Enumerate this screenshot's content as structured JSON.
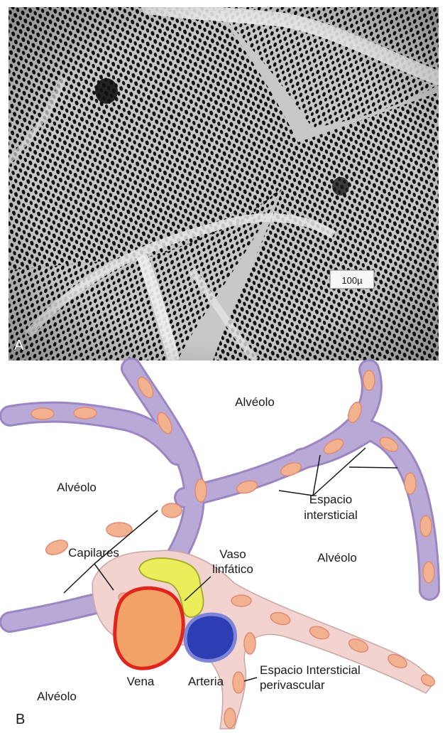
{
  "panel_a": {
    "letter": "A",
    "scale_bar_label": "100µ"
  },
  "panel_b": {
    "letter": "B",
    "labels": {
      "alveolo_top": "Alvéolo",
      "alveolo_left": "Alvéolo",
      "alveolo_right": "Alvéolo",
      "alveolo_bottom": "Alvéolo",
      "espacio_intersticial_line1": "Espacio",
      "espacio_intersticial_line2": "intersticial",
      "capilares": "Capilares",
      "vaso_linfatico_line1": "Vaso",
      "vaso_linfatico_line2": "linfático",
      "vena": "Vena",
      "arteria": "Arteria",
      "perivascular_line1": "Espacio Intersticial",
      "perivascular_line2": "perivascular"
    },
    "colors": {
      "septum": "#b9a9d6",
      "septum_border": "#9b86c4",
      "interstitium": "#f3d3cf",
      "capillary": "#f2b28f",
      "capillary_border": "#e08a74",
      "vein_fill": "#f2a266",
      "vein_border": "#e0251f",
      "artery_fill": "#2d3db3",
      "artery_border": "#7e84d8",
      "lymph_fill": "#eced5a",
      "lymph_border": "#a8ad2d"
    }
  }
}
